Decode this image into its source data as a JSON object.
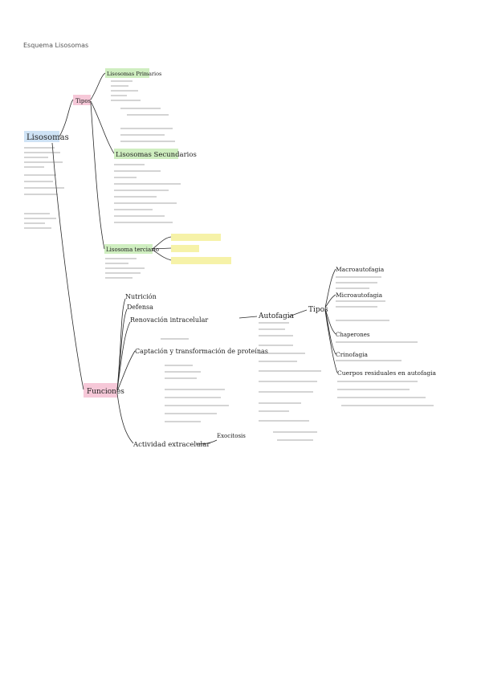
{
  "header": {
    "title": "Esquema Lisosomas",
    "subtitle": ""
  },
  "footer": {
    "text": ""
  },
  "nodes": {
    "lisosomas": "Lisosomas",
    "tipos": "Tipos",
    "primarios": "Lisosomas Primarios",
    "secundarios": "Lisosomas Secundarios",
    "terciario": "Lisosoma terciario",
    "funciones": "Funciones",
    "nutricion": "Nutrición",
    "defensa": "Defensa",
    "renovacion": "Renovación intracelular",
    "autofagia": "Autofagia",
    "tipos2": "Tipos",
    "macro": "Macroautofagia",
    "micro": "Microautofagia",
    "chaperones": "Chaperones",
    "crinofagia": "Crinofagia",
    "cuerpos": "Cuerpos residuales en autofagia",
    "captacion": "Captación y transformación de proteínas",
    "actividad": "Actividad extracelular",
    "exocitosis": "Exocitosis",
    "lisosoma_sub1": "",
    "lisosoma_sub2": "",
    "lisosoma_sub3": ""
  },
  "colors": {
    "blue": "#cfe3f5",
    "pink": "#f6c8d8",
    "green": "#cfeec0",
    "yellow": "#f6f2a8"
  }
}
